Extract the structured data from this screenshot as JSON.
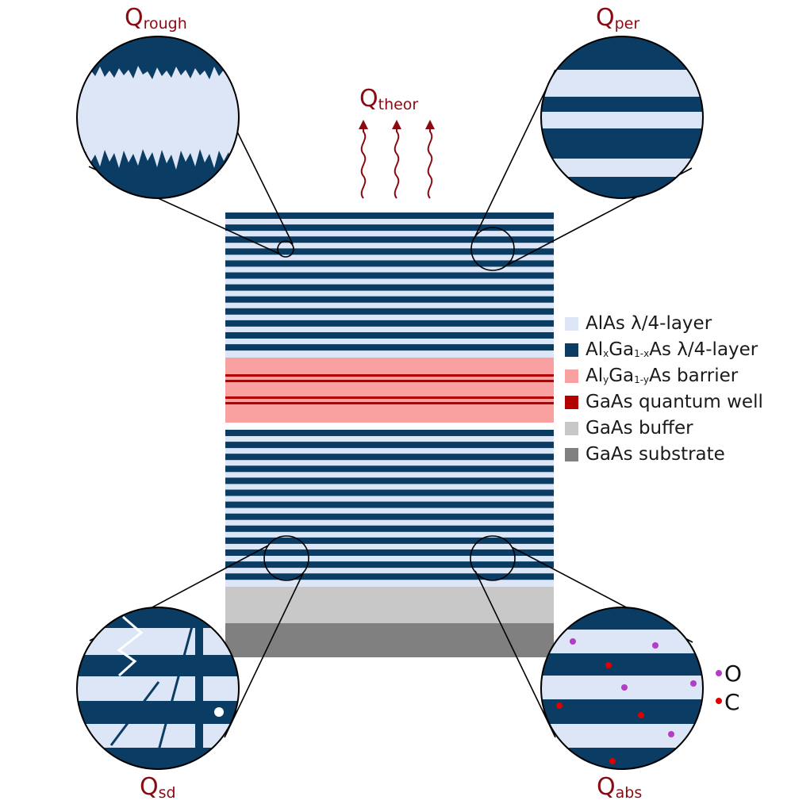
{
  "labels": {
    "q_rough": {
      "main": "Q",
      "sub": "rough"
    },
    "q_per": {
      "main": "Q",
      "sub": "per"
    },
    "q_theor": {
      "main": "Q",
      "sub": "theor"
    },
    "q_sd": {
      "main": "Q",
      "sub": "sd"
    },
    "q_abs": {
      "main": "Q",
      "sub": "abs"
    }
  },
  "legend": [
    {
      "key": "alas",
      "color": "#dde6f6",
      "text": "AlAs λ/4-layer"
    },
    {
      "key": "alxgaas",
      "color": "#0b3d64",
      "p1": "Al",
      "s1": "x",
      "p2": "Ga",
      "s2": "1-x",
      "p3": "As λ/4-layer"
    },
    {
      "key": "barrier",
      "color": "#f9a1a1",
      "p1": "Al",
      "s1": "y",
      "p2": "Ga",
      "s2": "1-y",
      "p3": "As barrier"
    },
    {
      "key": "qw",
      "color": "#b30000",
      "text": "GaAs quantum well"
    },
    {
      "key": "buffer",
      "color": "#c8c8c8",
      "text": "GaAs buffer"
    },
    {
      "key": "substrate",
      "color": "#808080",
      "text": "GaAs substrate"
    }
  ],
  "impurities": {
    "o": "O",
    "c": "C"
  },
  "colors": {
    "light": "#dde6f6",
    "dark": "#0b3d64",
    "barrier": "#f9a1a1",
    "qw": "#b30000",
    "buffer": "#c8c8c8",
    "substrate": "#808080",
    "label": "#8b0a12",
    "oxygen": "#b43cc8",
    "carbon": "#e00000"
  }
}
